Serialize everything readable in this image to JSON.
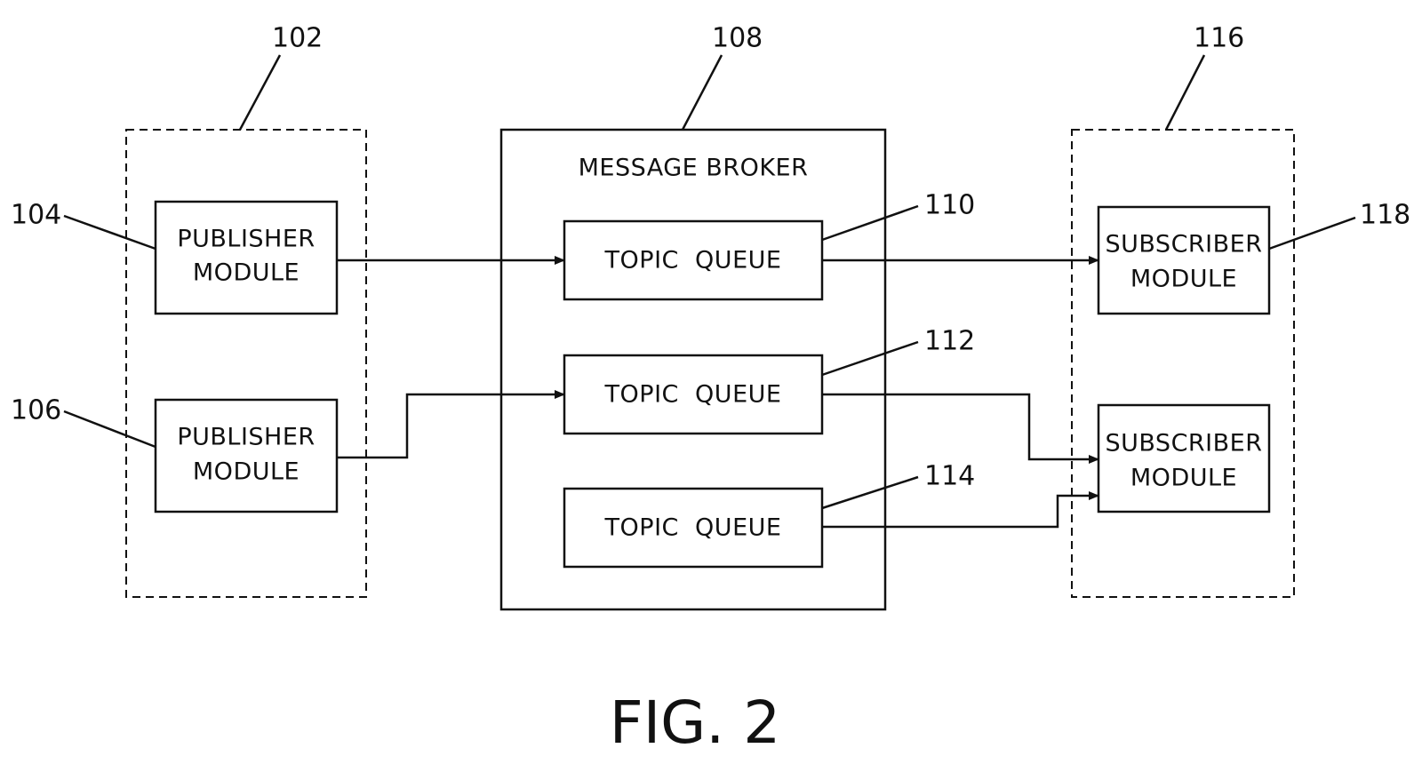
{
  "refs": {
    "r102": "102",
    "r104": "104",
    "r106": "106",
    "r108": "108",
    "r110": "110",
    "r112": "112",
    "r114": "114",
    "r116": "116",
    "r118": "118"
  },
  "broker": {
    "title": "MESSAGE BROKER"
  },
  "publishers": [
    {
      "line1": "PUBLISHER",
      "line2": "MODULE"
    },
    {
      "line1": "PUBLISHER",
      "line2": "MODULE"
    }
  ],
  "queues": [
    {
      "label": "TOPIC  QUEUE"
    },
    {
      "label": "TOPIC  QUEUE"
    },
    {
      "label": "TOPIC  QUEUE"
    }
  ],
  "subscribers": [
    {
      "line1": "SUBSCRIBER",
      "line2": "MODULE"
    },
    {
      "line1": "SUBSCRIBER",
      "line2": "MODULE"
    }
  ],
  "figure_label": "FIG. 2"
}
